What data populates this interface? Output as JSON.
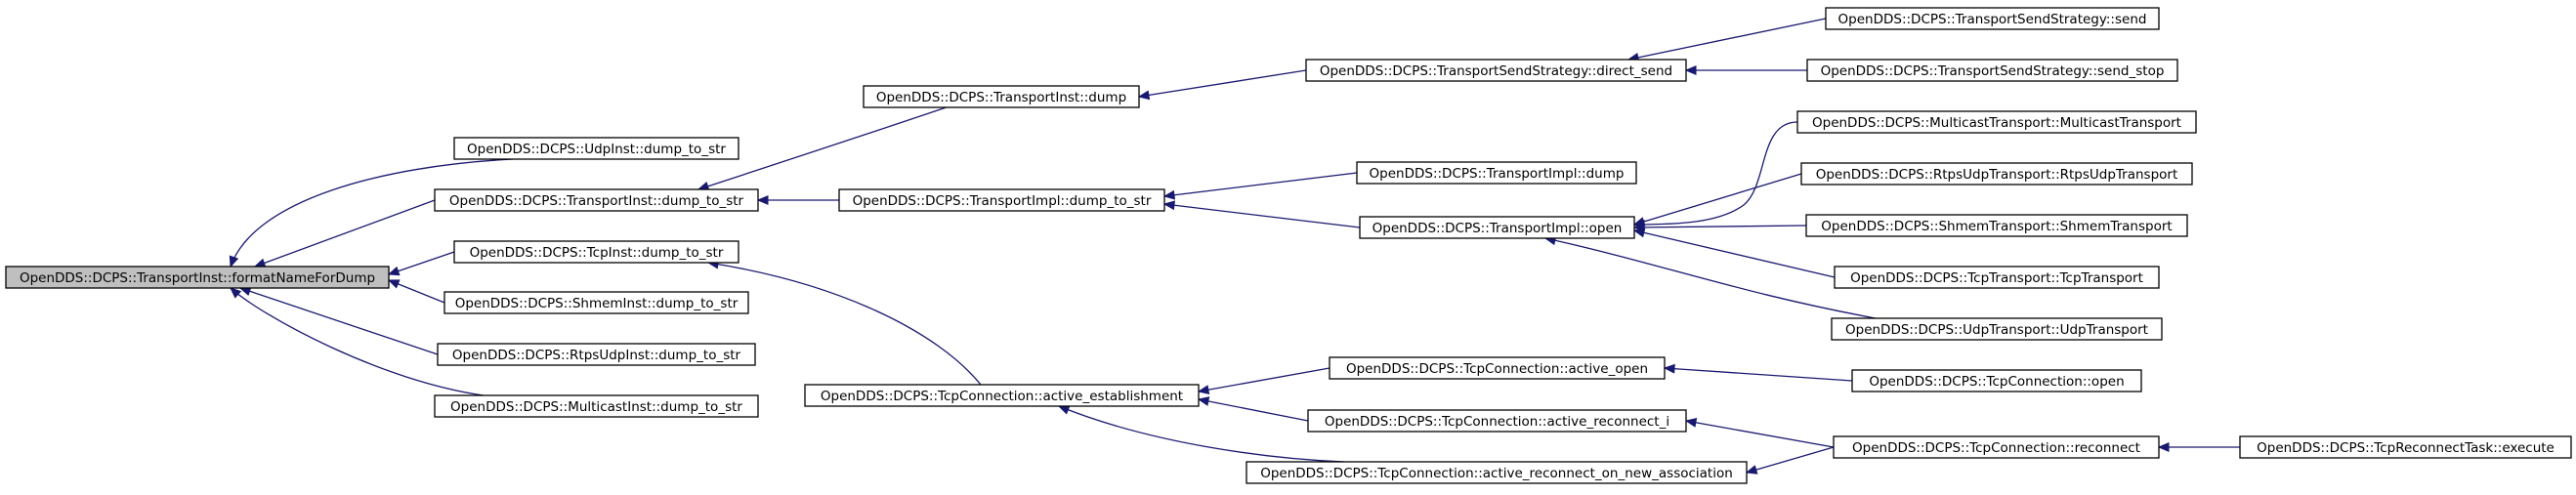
{
  "nodes": [
    {
      "id": "root",
      "label": "OpenDDS::DCPS::TransportInst::formatNameForDump",
      "root": true
    },
    {
      "id": "udpinst_dump",
      "label": "OpenDDS::DCPS::UdpInst::dump_to_str"
    },
    {
      "id": "transportinst_dump",
      "label": "OpenDDS::DCPS::TransportInst::dump_to_str"
    },
    {
      "id": "tcpinst_dump",
      "label": "OpenDDS::DCPS::TcpInst::dump_to_str"
    },
    {
      "id": "shmeminst_dump",
      "label": "OpenDDS::DCPS::ShmemInst::dump_to_str"
    },
    {
      "id": "rtpsudpinst_dump",
      "label": "OpenDDS::DCPS::RtpsUdpInst::dump_to_str"
    },
    {
      "id": "multicastinst_dump",
      "label": "OpenDDS::DCPS::MulticastInst::dump_to_str"
    },
    {
      "id": "transportinst_dumpfn",
      "label": "OpenDDS::DCPS::TransportInst::dump"
    },
    {
      "id": "transportimpl_dump_to_str",
      "label": "OpenDDS::DCPS::TransportImpl::dump_to_str"
    },
    {
      "id": "tcpconn_active_establishment",
      "label": "OpenDDS::DCPS::TcpConnection::active_establishment"
    },
    {
      "id": "tss_direct_send",
      "label": "OpenDDS::DCPS::TransportSendStrategy::direct_send"
    },
    {
      "id": "transportimpl_dump",
      "label": "OpenDDS::DCPS::TransportImpl::dump"
    },
    {
      "id": "transportimpl_open",
      "label": "OpenDDS::DCPS::TransportImpl::open"
    },
    {
      "id": "tcpconn_active_open",
      "label": "OpenDDS::DCPS::TcpConnection::active_open"
    },
    {
      "id": "tcpconn_active_reconnect_i",
      "label": "OpenDDS::DCPS::TcpConnection::active_reconnect_i"
    },
    {
      "id": "tcpconn_active_reconnect_new",
      "label": "OpenDDS::DCPS::TcpConnection::active_reconnect_on_new_association"
    },
    {
      "id": "tss_send",
      "label": "OpenDDS::DCPS::TransportSendStrategy::send"
    },
    {
      "id": "tss_send_stop",
      "label": "OpenDDS::DCPS::TransportSendStrategy::send_stop"
    },
    {
      "id": "multicast_ctor",
      "label": "OpenDDS::DCPS::MulticastTransport::MulticastTransport"
    },
    {
      "id": "rtpsudp_ctor",
      "label": "OpenDDS::DCPS::RtpsUdpTransport::RtpsUdpTransport"
    },
    {
      "id": "shmem_ctor",
      "label": "OpenDDS::DCPS::ShmemTransport::ShmemTransport"
    },
    {
      "id": "tcp_ctor",
      "label": "OpenDDS::DCPS::TcpTransport::TcpTransport"
    },
    {
      "id": "udp_ctor",
      "label": "OpenDDS::DCPS::UdpTransport::UdpTransport"
    },
    {
      "id": "tcpconn_open",
      "label": "OpenDDS::DCPS::TcpConnection::open"
    },
    {
      "id": "tcpconn_reconnect",
      "label": "OpenDDS::DCPS::TcpConnection::reconnect"
    },
    {
      "id": "tcpreconnecttask_execute",
      "label": "OpenDDS::DCPS::TcpReconnectTask::execute"
    }
  ],
  "edges": [
    {
      "from": "udpinst_dump",
      "to": "root"
    },
    {
      "from": "transportinst_dump",
      "to": "root"
    },
    {
      "from": "tcpinst_dump",
      "to": "root"
    },
    {
      "from": "shmeminst_dump",
      "to": "root"
    },
    {
      "from": "rtpsudpinst_dump",
      "to": "root"
    },
    {
      "from": "multicastinst_dump",
      "to": "root"
    },
    {
      "from": "transportinst_dumpfn",
      "to": "transportinst_dump"
    },
    {
      "from": "transportimpl_dump_to_str",
      "to": "transportinst_dump"
    },
    {
      "from": "tcpconn_active_establishment",
      "to": "tcpinst_dump"
    },
    {
      "from": "tss_direct_send",
      "to": "transportinst_dumpfn"
    },
    {
      "from": "transportimpl_dump",
      "to": "transportimpl_dump_to_str"
    },
    {
      "from": "transportimpl_open",
      "to": "transportimpl_dump_to_str"
    },
    {
      "from": "tcpconn_active_open",
      "to": "tcpconn_active_establishment"
    },
    {
      "from": "tcpconn_active_reconnect_i",
      "to": "tcpconn_active_establishment"
    },
    {
      "from": "tcpconn_active_reconnect_new",
      "to": "tcpconn_active_establishment"
    },
    {
      "from": "tss_send",
      "to": "tss_direct_send"
    },
    {
      "from": "tss_send_stop",
      "to": "tss_direct_send"
    },
    {
      "from": "multicast_ctor",
      "to": "transportimpl_open"
    },
    {
      "from": "rtpsudp_ctor",
      "to": "transportimpl_open"
    },
    {
      "from": "shmem_ctor",
      "to": "transportimpl_open"
    },
    {
      "from": "tcp_ctor",
      "to": "transportimpl_open"
    },
    {
      "from": "udp_ctor",
      "to": "transportimpl_open"
    },
    {
      "from": "tcpconn_open",
      "to": "tcpconn_active_open"
    },
    {
      "from": "tcpconn_reconnect",
      "to": "tcpconn_active_reconnect_i"
    },
    {
      "from": "tcpconn_reconnect",
      "to": "tcpconn_active_reconnect_new"
    },
    {
      "from": "tcpreconnecttask_execute",
      "to": "tcpconn_reconnect"
    }
  ],
  "colors": {
    "edge": "#191970",
    "node_border": "#000000",
    "root_fill": "#bfbfbf",
    "node_fill": "#ffffff"
  }
}
